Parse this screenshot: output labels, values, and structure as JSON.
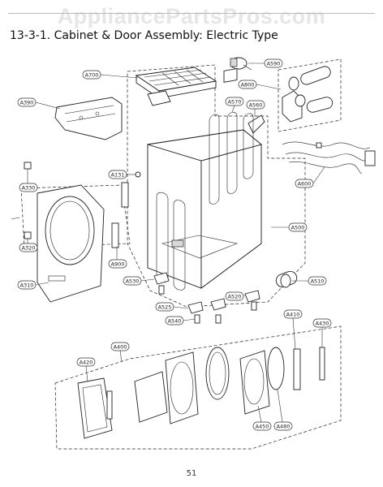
{
  "watermark": "AppliancePartsPros.com",
  "title": "13-3-1. Cabinet & Door Assembly: Electric Type",
  "page_number": "51",
  "callouts": [
    {
      "id": "A590",
      "label": "A590"
    },
    {
      "id": "A700",
      "label": "A700"
    },
    {
      "id": "A800",
      "label": "A800"
    },
    {
      "id": "A390",
      "label": "A390"
    },
    {
      "id": "A570",
      "label": "A570"
    },
    {
      "id": "A560",
      "label": "A560"
    },
    {
      "id": "A131",
      "label": "A131"
    },
    {
      "id": "A330",
      "label": "A330"
    },
    {
      "id": "A600",
      "label": "A600"
    },
    {
      "id": "A500",
      "label": "A500"
    },
    {
      "id": "A320",
      "label": "A320"
    },
    {
      "id": "A900",
      "label": "A900"
    },
    {
      "id": "A310",
      "label": "A310"
    },
    {
      "id": "A530",
      "label": "A530"
    },
    {
      "id": "A510",
      "label": "A510"
    },
    {
      "id": "A520",
      "label": "A520"
    },
    {
      "id": "A525",
      "label": "A525"
    },
    {
      "id": "A540",
      "label": "A540"
    },
    {
      "id": "A410",
      "label": "A410"
    },
    {
      "id": "A430",
      "label": "A430"
    },
    {
      "id": "A400",
      "label": "A400"
    },
    {
      "id": "A420",
      "label": "A420"
    },
    {
      "id": "A450",
      "label": "A450"
    },
    {
      "id": "A480",
      "label": "A480"
    }
  ]
}
